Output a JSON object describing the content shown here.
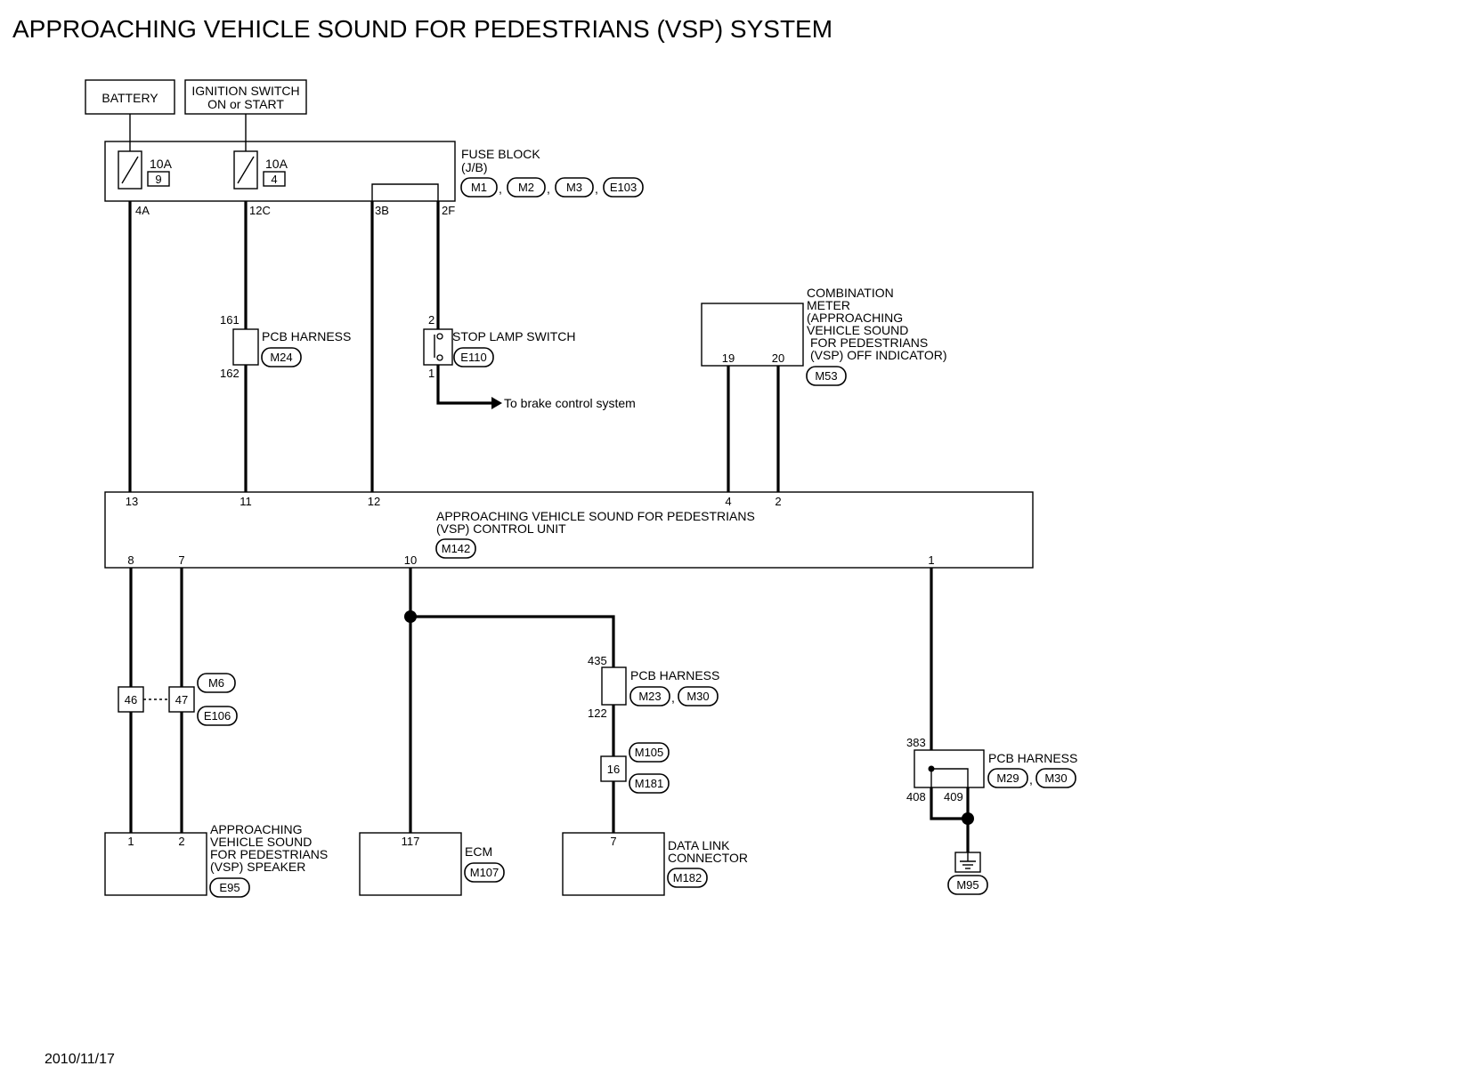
{
  "title": "APPROACHING VEHICLE SOUND FOR PEDESTRIANS (VSP) SYSTEM",
  "date": "2010/11/17",
  "sources": {
    "battery": "BATTERY",
    "ignition": [
      "IGNITION SWITCH",
      "ON or START"
    ]
  },
  "fuse_block": {
    "label": [
      "FUSE BLOCK",
      "(J/B)"
    ],
    "connectors": [
      "M1",
      "M2",
      "M3",
      "E103"
    ],
    "fuses": [
      {
        "rating": "10A",
        "number": "9",
        "pin": "4A"
      },
      {
        "rating": "10A",
        "number": "4",
        "pin": "12C"
      }
    ],
    "jumper_pins": [
      "3B",
      "2F"
    ]
  },
  "pcb_harness_1": {
    "label": "PCB HARNESS",
    "connector": "M24",
    "pins": [
      "161",
      "162"
    ]
  },
  "stop_lamp_switch": {
    "label": "STOP LAMP SWITCH",
    "connector": "E110",
    "pins": [
      "2",
      "1"
    ],
    "note": "To brake control system"
  },
  "combination_meter": {
    "label": [
      "COMBINATION",
      "METER",
      "(APPROACHING",
      "VEHICLE SOUND",
      "FOR PEDESTRIANS",
      "(VSP) OFF INDICATOR)"
    ],
    "connector": "M53",
    "pins": [
      "19",
      "20"
    ]
  },
  "control_unit": {
    "label": [
      "APPROACHING VEHICLE SOUND FOR PEDESTRIANS",
      "(VSP) CONTROL UNIT"
    ],
    "connector": "M142",
    "top_pins": [
      "13",
      "11",
      "12",
      "4",
      "2"
    ],
    "bottom_pins": [
      "8",
      "7",
      "10",
      "1"
    ]
  },
  "joint_connector": {
    "pins": [
      "46",
      "47"
    ],
    "connectors": [
      "M6",
      "E106"
    ]
  },
  "pcb_harness_2": {
    "label": "PCB HARNESS",
    "connectors": [
      "M23",
      "M30"
    ],
    "pins": [
      "435",
      "122"
    ]
  },
  "inline_connector": {
    "pin": "16",
    "connectors": [
      "M105",
      "M181"
    ]
  },
  "pcb_harness_3": {
    "label": "PCB HARNESS",
    "connectors": [
      "M29",
      "M30"
    ],
    "pins": [
      "383",
      "408",
      "409"
    ]
  },
  "ground": {
    "connector": "M95"
  },
  "speaker": {
    "label": [
      "APPROACHING",
      "VEHICLE SOUND",
      "FOR PEDESTRIANS",
      "(VSP) SPEAKER"
    ],
    "connector": "E95",
    "pins": [
      "1",
      "2"
    ]
  },
  "ecm": {
    "label": "ECM",
    "connector": "M107",
    "pin": "117"
  },
  "data_link": {
    "label": [
      "DATA LINK",
      "CONNECTOR"
    ],
    "connector": "M182",
    "pin": "7"
  }
}
